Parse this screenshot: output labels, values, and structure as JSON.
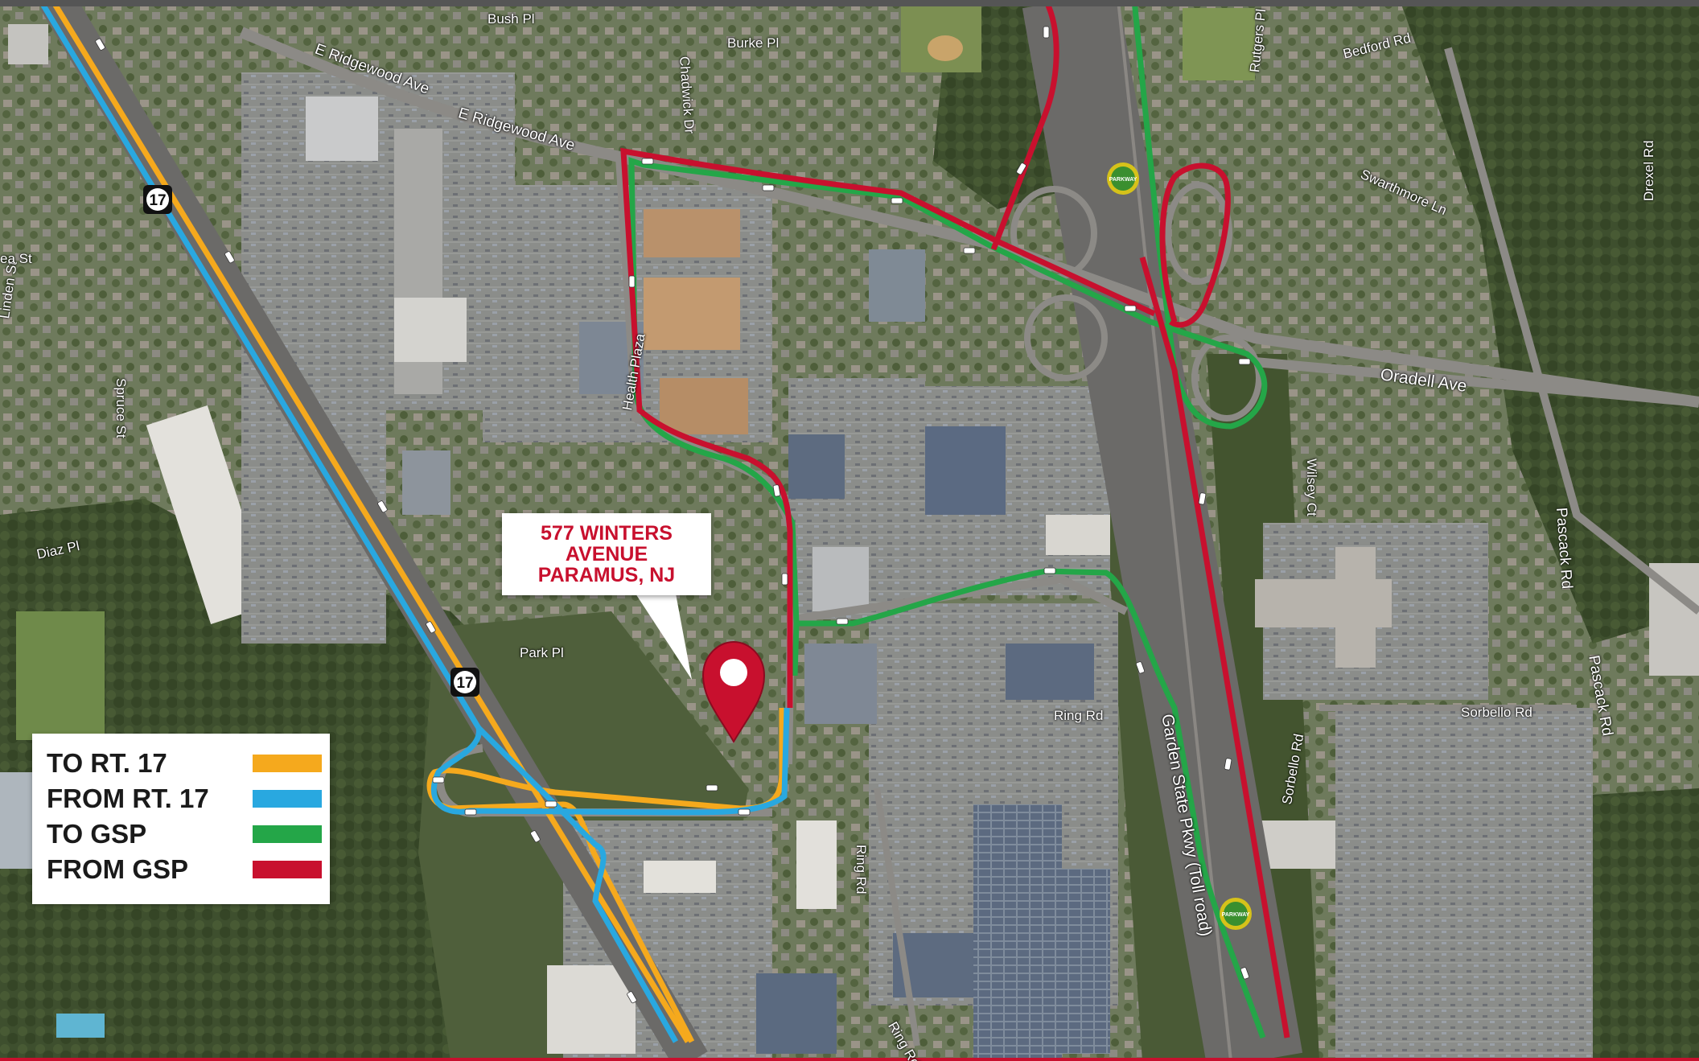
{
  "callout": {
    "lines": [
      "577 WINTERS",
      "AVENUE",
      "PARAMUS, NJ"
    ]
  },
  "legend": {
    "items": [
      {
        "label": "TO RT. 17",
        "color": "#f5a91d"
      },
      {
        "label": "FROM RT. 17",
        "color": "#29a8e0"
      },
      {
        "label": "TO GSP",
        "color": "#24a648"
      },
      {
        "label": "FROM GSP",
        "color": "#c8102e"
      }
    ]
  },
  "route_shields": {
    "rt17_label": "17",
    "parkway_label": "PARKWAY"
  },
  "streets": {
    "e_ridgewood_ave": "E Ridgewood Ave",
    "bush_pl": "Bush Pl",
    "burke_pl": "Burke Pl",
    "chadwick_dr": "Chadwick Dr",
    "bedford_rd": "Bedford Rd",
    "rutgers_pl": "Rutgers Pl",
    "swarthmore_ln": "Swarthmore Ln",
    "drexel_rd": "Drexel Rd",
    "oradell_ave": "Oradell Ave",
    "linden_st": "Linden St",
    "spruce_st": "Spruce St",
    "diaz_pl": "Diaz Pl",
    "health_plaza": "Health Plaza",
    "park_pl": "Park Pl",
    "ring_rd": "Ring Rd",
    "ring_rd_2": "Ring Rd",
    "ring_rd_3": "Ring Rd",
    "sorbello_rd": "Sorbello Rd",
    "sorbello_rd_2": "Sorbello Rd",
    "pascack_rd": "Pascack Rd",
    "pascack_rd_2": "Pascack Rd",
    "wilsey_ct": "Wilsey Ct",
    "gsp": "Garden State Pkwy (Toll road)",
    "lea_st": "ea St"
  },
  "colors": {
    "to_rt17": "#f5a91d",
    "from_rt17": "#29a8e0",
    "to_gsp": "#24a648",
    "from_gsp": "#c8102e",
    "pin": "#c8102e",
    "parkway_shield": "#3a8f2f"
  }
}
